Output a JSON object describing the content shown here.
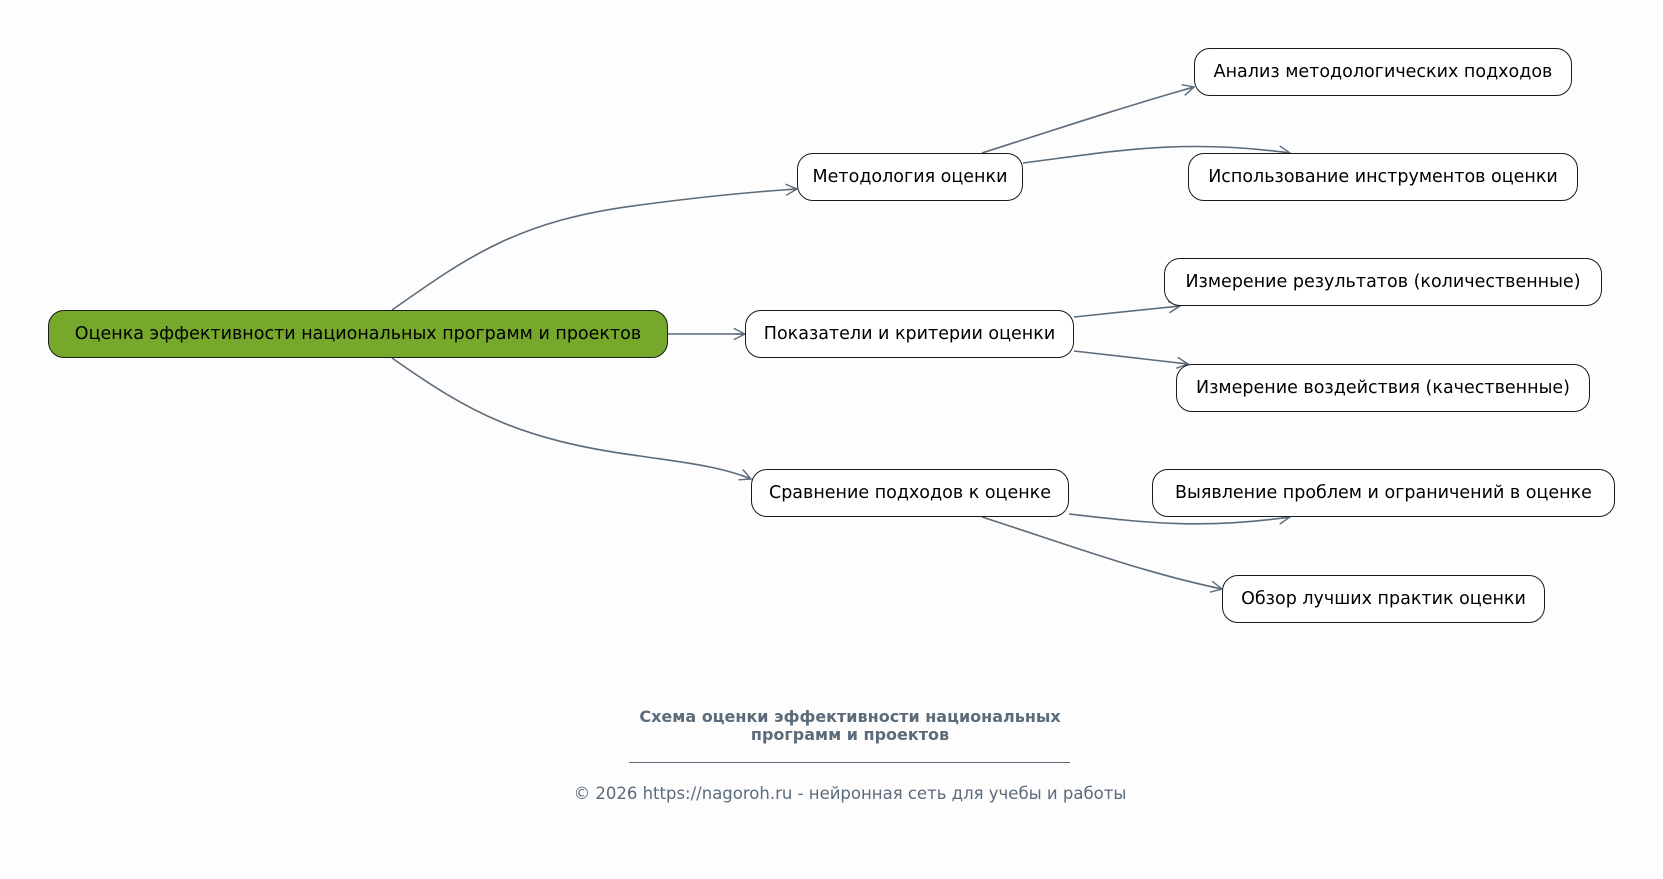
{
  "diagram": {
    "root": {
      "id": "root",
      "label": "Оценка эффективности национальных программ и проектов",
      "color": "#76a82b"
    },
    "branches": [
      {
        "id": "b1",
        "label": "Методология оценки",
        "children": [
          {
            "id": "b1c1",
            "label": "Анализ методологических подходов"
          },
          {
            "id": "b1c2",
            "label": "Использование инструментов оценки"
          }
        ]
      },
      {
        "id": "b2",
        "label": "Показатели и критерии оценки",
        "children": [
          {
            "id": "b2c1",
            "label": "Измерение результатов (количественные)"
          },
          {
            "id": "b2c2",
            "label": "Измерение воздействия (качественные)"
          }
        ]
      },
      {
        "id": "b3",
        "label": "Сравнение подходов к оценке",
        "children": [
          {
            "id": "b3c1",
            "label": "Выявление проблем и ограничений в оценке"
          },
          {
            "id": "b3c2",
            "label": "Обзор лучших практик оценки"
          }
        ]
      }
    ],
    "edge_color": "#5c6b7a"
  },
  "caption": {
    "title_line1": "Схема оценки эффективности национальных",
    "title_line2": "программ и проектов",
    "footer": "© 2026 https://nagoroh.ru - нейронная сеть для учебы и работы"
  }
}
